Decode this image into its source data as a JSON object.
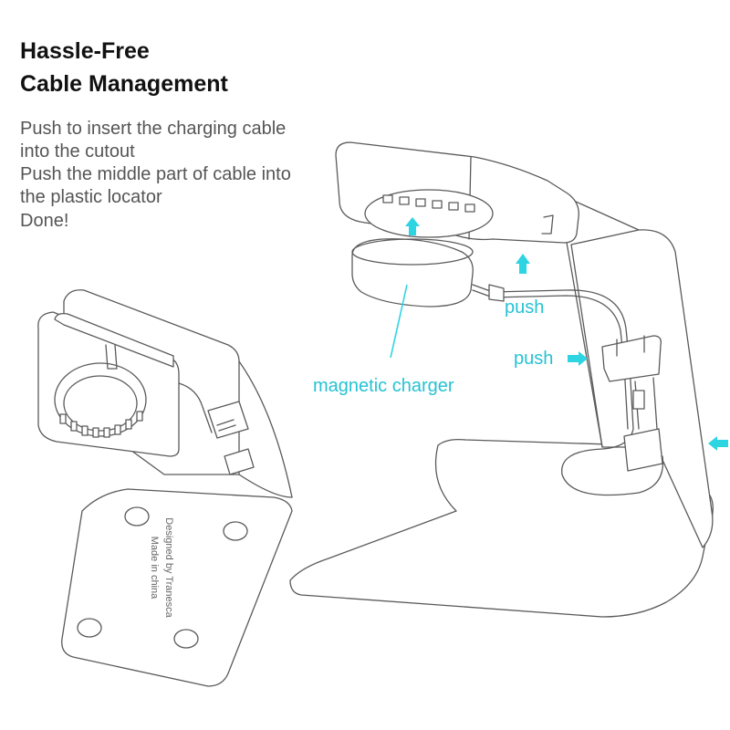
{
  "title": {
    "line1": "Hassle-Free",
    "line2": "Cable Management"
  },
  "steps": [
    "Push to insert the charging cable",
    "into the cutout",
    "Push the middle part of cable into",
    "the plastic locator",
    "Done!"
  ],
  "callouts": {
    "push_top": "push",
    "push_side": "push",
    "magnetic_charger": "magnetic charger"
  },
  "stand_engraving": {
    "line1": "Designed by Tranesca",
    "line2": "Made in china"
  },
  "colors": {
    "accent": "#2dd4e2",
    "text_dark": "#111111",
    "text_gray": "#555555",
    "outline": "#5a5a5a"
  }
}
